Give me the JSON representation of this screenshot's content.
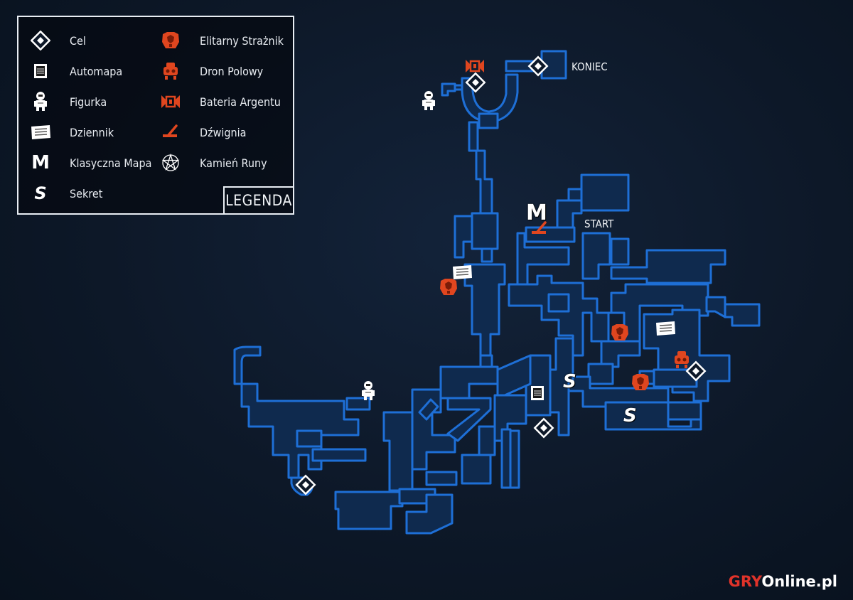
{
  "legend": {
    "title": "LEGENDA",
    "items": [
      {
        "icon": "diamond-icon",
        "label": "Cel"
      },
      {
        "icon": "automap-icon",
        "label": "Automapa"
      },
      {
        "icon": "figurine-icon",
        "label": "Figurka"
      },
      {
        "icon": "journal-icon",
        "label": "Dziennik"
      },
      {
        "icon": "classic-map-icon",
        "label": "Klasyczna Mapa",
        "glyph": "M"
      },
      {
        "icon": "secret-icon",
        "label": "Sekret",
        "glyph": "S"
      },
      {
        "icon": "elite-guard-icon",
        "label": "Elitarny Strażnik"
      },
      {
        "icon": "field-drone-icon",
        "label": "Dron Polowy"
      },
      {
        "icon": "argent-cell-icon",
        "label": "Bateria Argentu"
      },
      {
        "icon": "lever-icon",
        "label": "Dźwignia"
      },
      {
        "icon": "rune-stone-icon",
        "label": "Kamień Runy"
      }
    ]
  },
  "map": {
    "end_label": "KONIEC",
    "start_label": "START",
    "classic_map_glyph": "M",
    "secret_glyph": "S"
  },
  "watermark": {
    "part1": "GRY",
    "part2": "Online.pl"
  },
  "colors": {
    "background": "#0d1828",
    "map_stroke": "#1e6fd6",
    "map_fill": "#0f2a4e",
    "enemy": "#e0461f",
    "white": "#ffffff"
  }
}
